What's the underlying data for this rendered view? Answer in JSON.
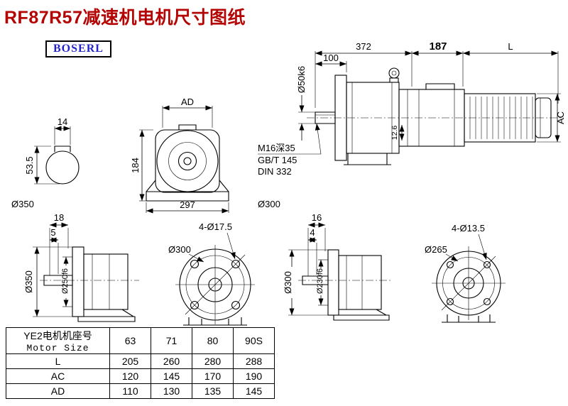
{
  "title": "RF87R57减速机电机尺寸图纸",
  "logo": "BOSERL",
  "drawing": {
    "shaft_section": {
      "key_width": "14",
      "total_height": "53.5",
      "flange_dia": "Ø350"
    },
    "front_view": {
      "ad": "AD",
      "height": "184",
      "width": "297"
    },
    "side_view": {
      "len_gear": "372",
      "len_adapter": "187",
      "len_motor": "L",
      "len_shaft": "100",
      "shaft_dia": "Ø50k6",
      "motor_dia": "AC",
      "hub": "12.6",
      "note_thread": "M16深35",
      "note_gb": "GB/T 145",
      "note_din": "DIN 332"
    },
    "label_300": "Ø300",
    "output_side_view": {
      "d1": "18",
      "d2": "5",
      "flange_dia": "Ø350",
      "spigot_dia": "Ø250f6"
    },
    "output_flange_view": {
      "bolt_circle": "Ø300",
      "holes": "4-Ø17.5"
    },
    "input_side_view": {
      "d1": "16",
      "d2": "4",
      "flange_dia": "Ø300",
      "spigot_dia": "Ø230f6"
    },
    "input_flange_view": {
      "bolt_circle": "Ø265",
      "holes": "4-Ø13.5"
    }
  },
  "table": {
    "header_cn": "YE2电机机座号",
    "header_en": "Motor Size",
    "sizes": [
      "63",
      "71",
      "80",
      "90S"
    ],
    "rows": [
      {
        "label": "L",
        "values": [
          "205",
          "260",
          "280",
          "288"
        ]
      },
      {
        "label": "AC",
        "values": [
          "120",
          "145",
          "170",
          "190"
        ]
      },
      {
        "label": "AD",
        "values": [
          "110",
          "130",
          "135",
          "145"
        ]
      }
    ]
  }
}
